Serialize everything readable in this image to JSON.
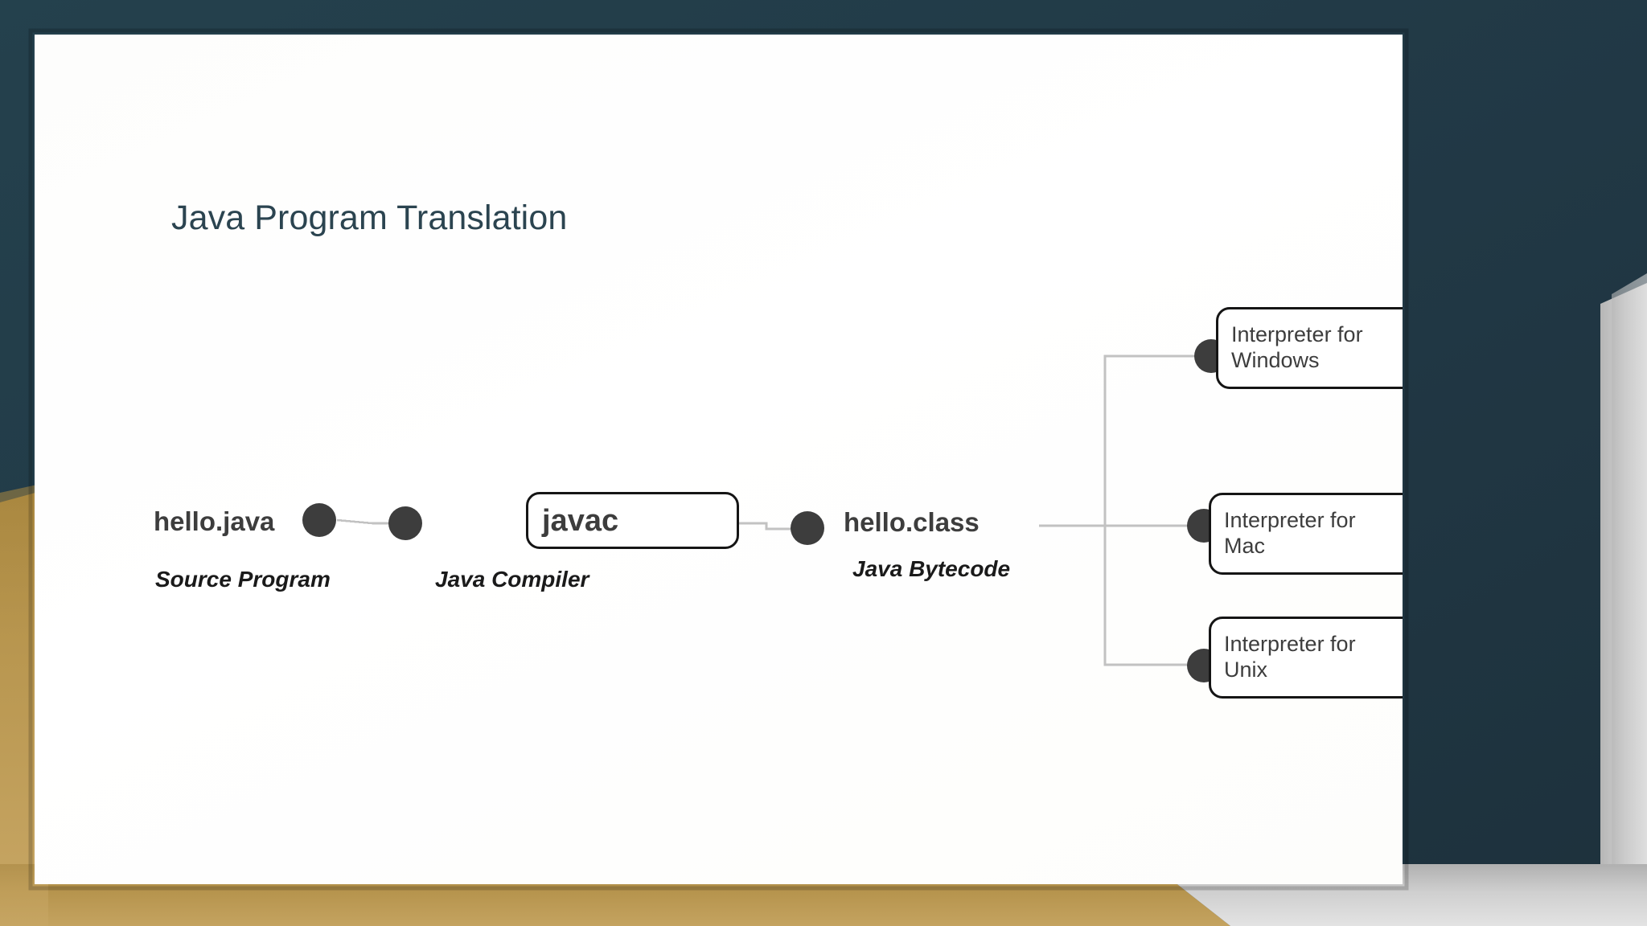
{
  "theme": {
    "frame_dark": "#233b45",
    "frame_gold": "#b8954f",
    "frame_silver": "#c9c9c9",
    "slide_bg": "#ffffff",
    "title_color": "#2b4450",
    "node_fill": "#3d3d3d",
    "connector_color": "#bfbfbf",
    "box_border": "#151515"
  },
  "slide": {
    "title": "Java Program Translation"
  },
  "diagram": {
    "type": "flow",
    "nodes": [
      {
        "id": "source",
        "label": "hello.java",
        "caption": "Source Program",
        "shape": "text",
        "dot": true
      },
      {
        "id": "compiler",
        "label": "javac",
        "caption": "Java Compiler",
        "shape": "rounded-box",
        "dot": true
      },
      {
        "id": "bytecode",
        "label": "hello.class",
        "caption": "Java Bytecode",
        "shape": "text",
        "dot": true
      },
      {
        "id": "interp-windows",
        "label": "Interpreter for\nWindows",
        "caption": "",
        "shape": "rounded-box",
        "dot": true
      },
      {
        "id": "interp-mac",
        "label": "Interpreter for\nMac",
        "caption": "",
        "shape": "rounded-box",
        "dot": true
      },
      {
        "id": "interp-unix",
        "label": "Interpreter for\nUnix",
        "caption": "",
        "shape": "rounded-box",
        "dot": true
      }
    ],
    "edges": [
      {
        "from": "source",
        "to": "compiler"
      },
      {
        "from": "compiler",
        "to": "bytecode"
      },
      {
        "from": "bytecode",
        "to": "interp-windows"
      },
      {
        "from": "bytecode",
        "to": "interp-mac"
      },
      {
        "from": "bytecode",
        "to": "interp-unix"
      }
    ]
  }
}
